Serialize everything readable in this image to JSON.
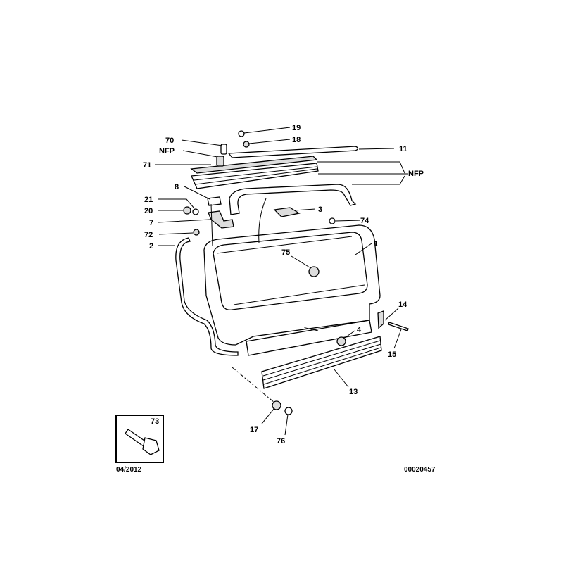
{
  "diagram": {
    "callouts": {
      "c19": "19",
      "c18": "18",
      "c11": "11",
      "c70": "70",
      "nfp_left": "NFP",
      "c71": "71",
      "nfp_right": "NFP",
      "c8": "8",
      "c21": "21",
      "c20": "20",
      "c7": "7",
      "c72": "72",
      "c2": "2",
      "c3": "3",
      "c74": "74",
      "c75": "75",
      "c1": "1",
      "c14": "14",
      "c4": "4",
      "c15": "15",
      "c13": "13",
      "c17": "17",
      "c76": "76",
      "c73": "73"
    },
    "date": "04/2012",
    "reference": "00020457"
  }
}
